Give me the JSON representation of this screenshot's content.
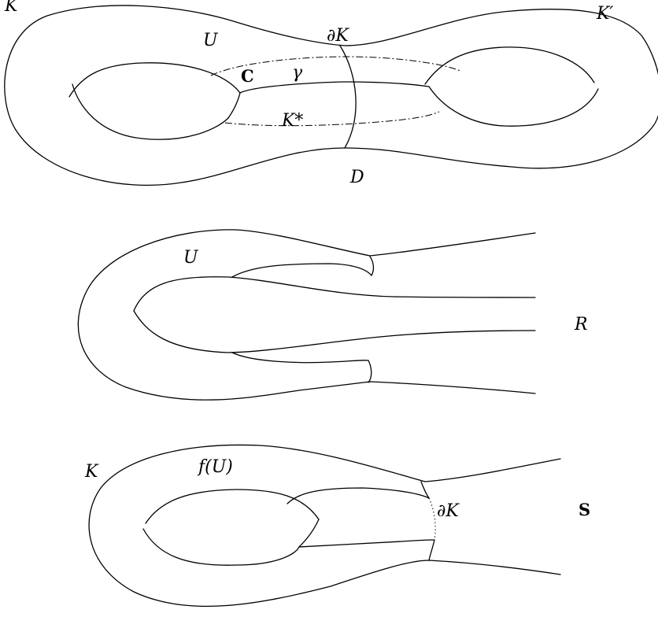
{
  "figure_top": {
    "labels": {
      "K": "K",
      "K_prime": "K′",
      "U": "U",
      "boundary_K": "∂K",
      "C": "C",
      "gamma": "γ",
      "K_star": "K*",
      "D": "D"
    }
  },
  "figure_middle": {
    "labels": {
      "U": "U",
      "R": "R"
    }
  },
  "figure_bottom": {
    "labels": {
      "K": "K",
      "f_U": "f(U)",
      "boundary_K": "∂K",
      "S": "S"
    }
  }
}
